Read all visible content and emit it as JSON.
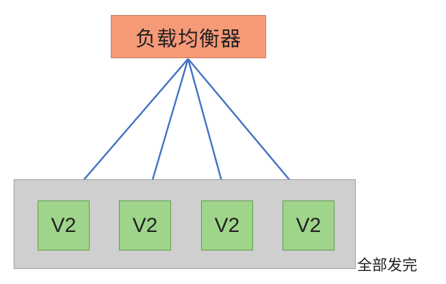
{
  "load_balancer": {
    "label": "负载均衡器"
  },
  "nodes": [
    {
      "label": "V2"
    },
    {
      "label": "V2"
    },
    {
      "label": "V2"
    },
    {
      "label": "V2"
    }
  ],
  "status": {
    "label": "全部发完"
  },
  "colors": {
    "load_balancer_fill": "#f79a78",
    "node_fill": "#9fd58a",
    "pool_fill": "#cfcfcf",
    "arrow": "#4472c4"
  }
}
